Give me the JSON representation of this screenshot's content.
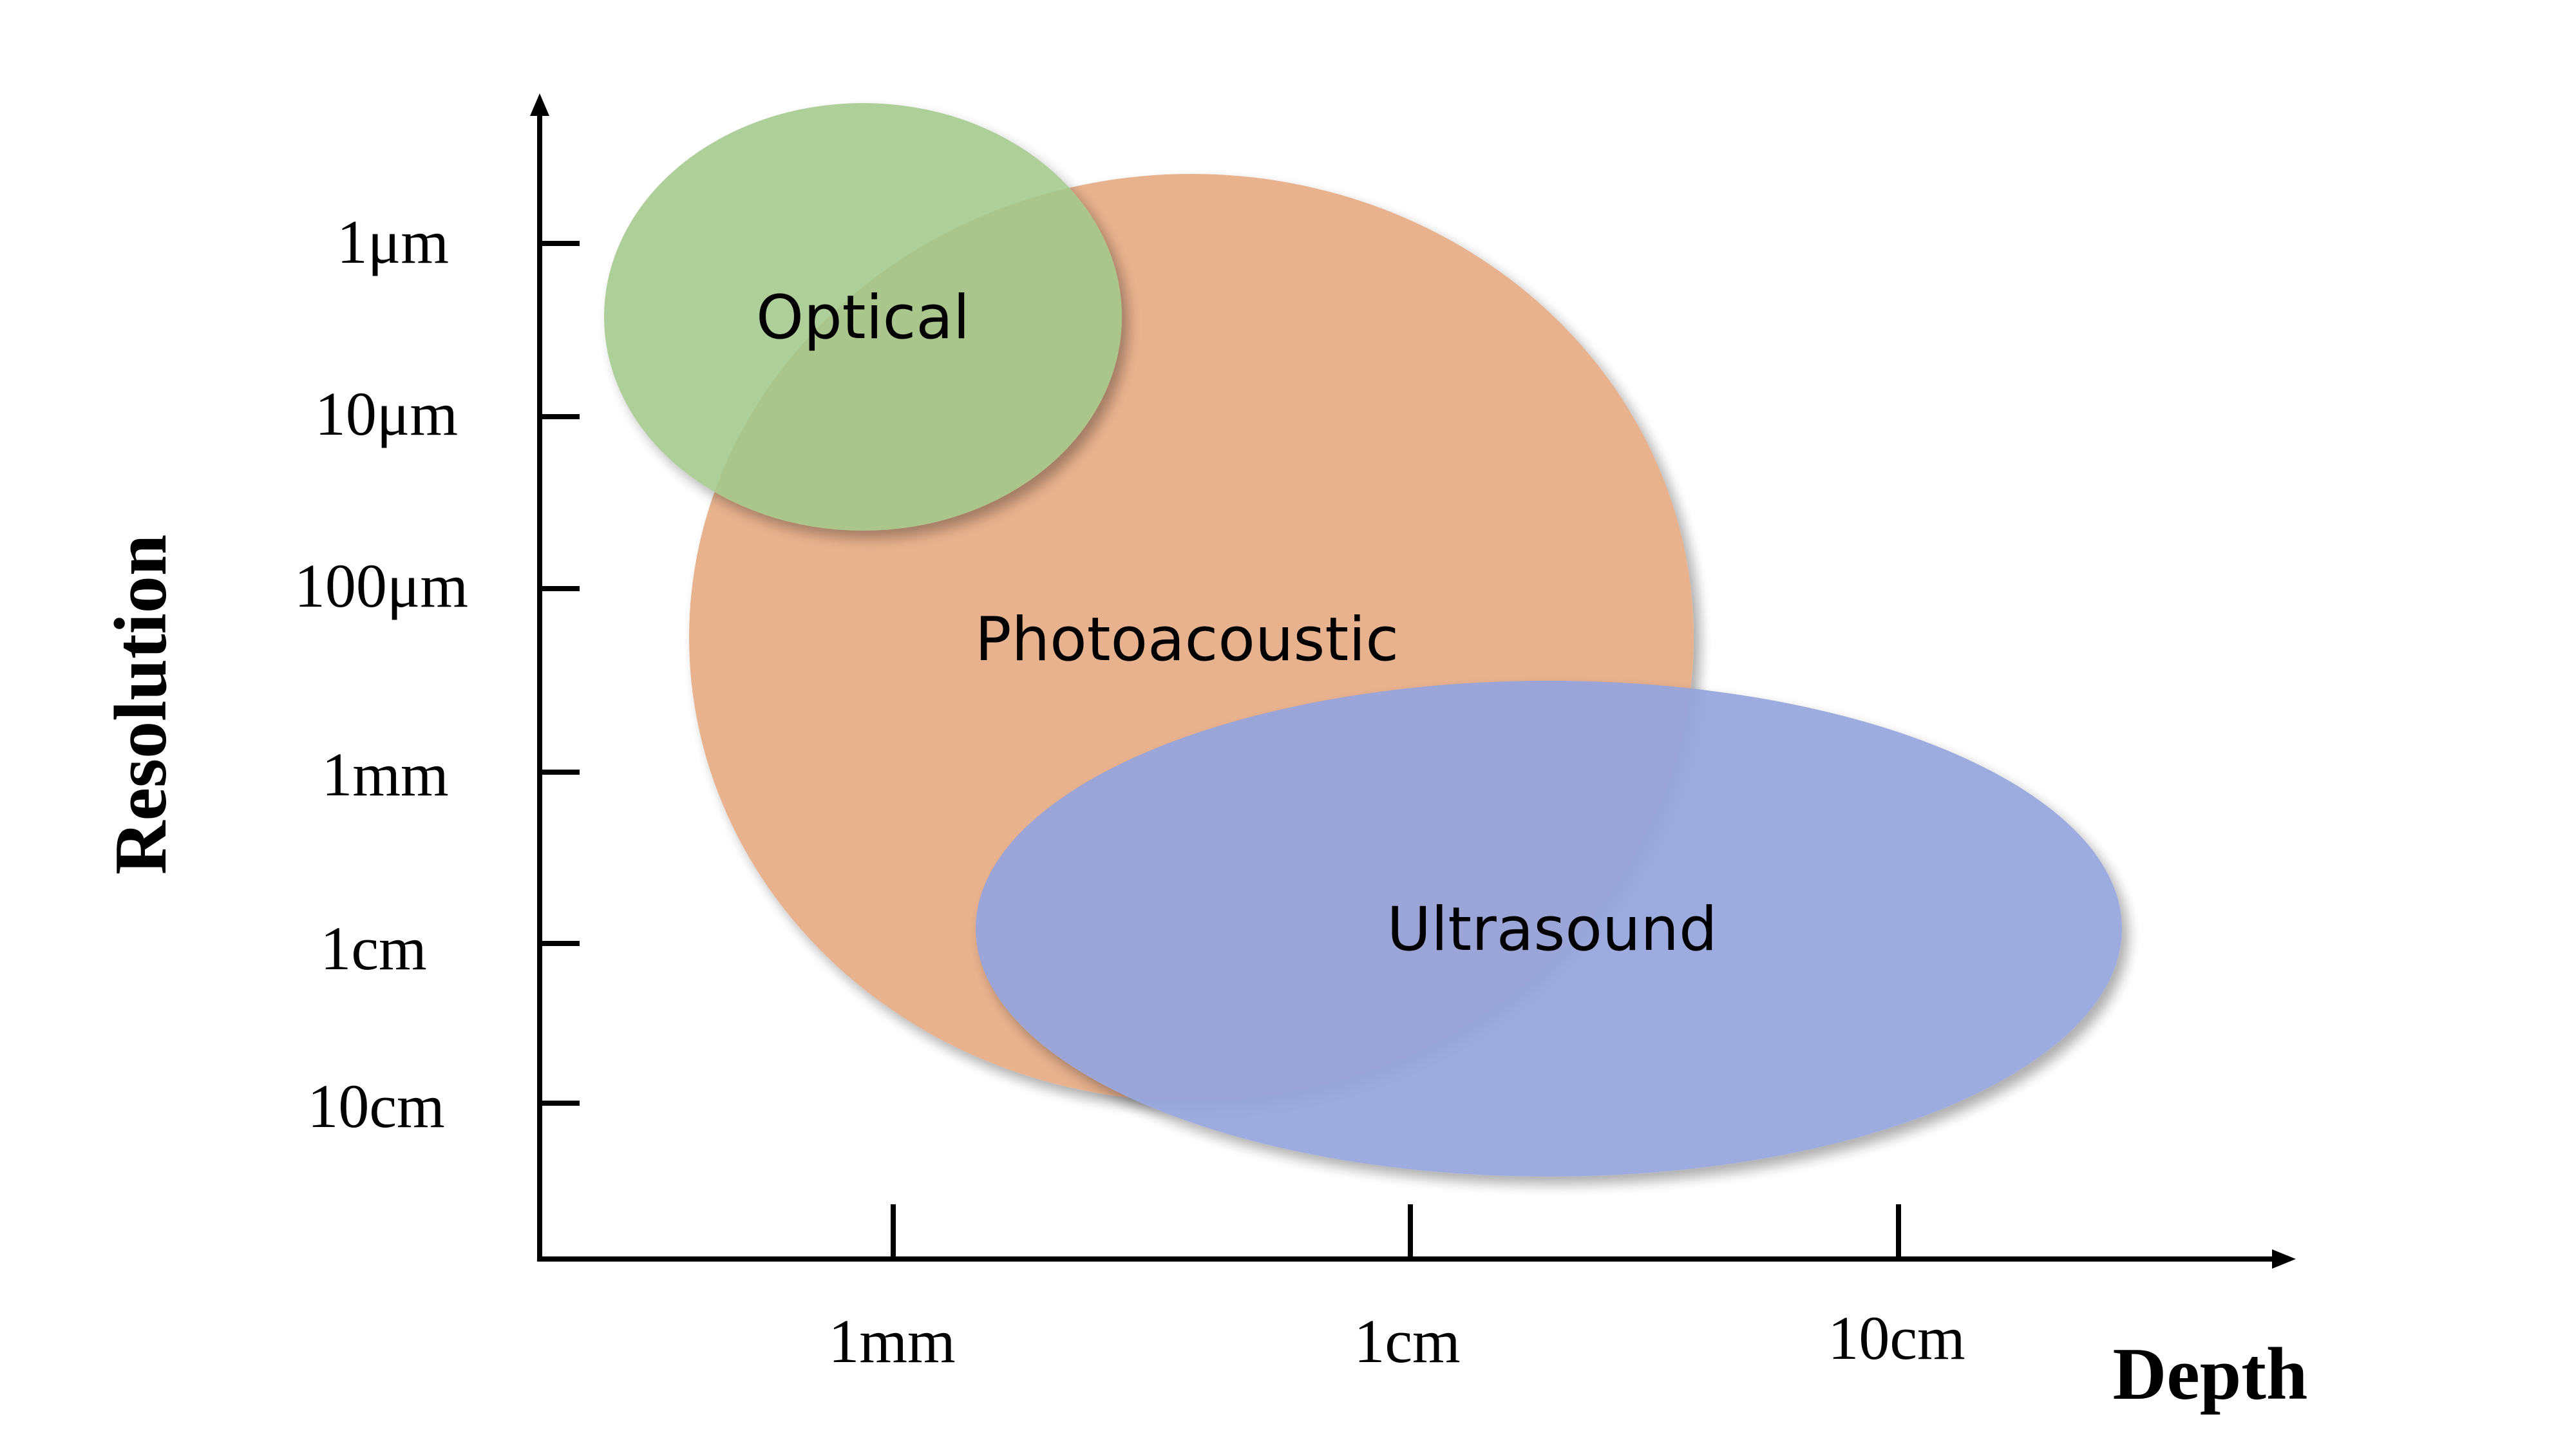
{
  "diagram": {
    "y_axis_title": "Resolution",
    "x_axis_title": "Depth",
    "y_ticks": [
      "1μm",
      "10μm",
      "100μm",
      "1mm",
      "1cm",
      "10cm"
    ],
    "x_ticks": [
      "1mm",
      "1cm",
      "10cm"
    ],
    "regions": {
      "photoacoustic": {
        "label": "Photoacoustic",
        "color": "#e8b08c"
      },
      "optical": {
        "label": "Optical",
        "color": "#a3c98c"
      },
      "ultrasound": {
        "label": "Ultrasound",
        "color": "#96a5dd"
      }
    }
  }
}
